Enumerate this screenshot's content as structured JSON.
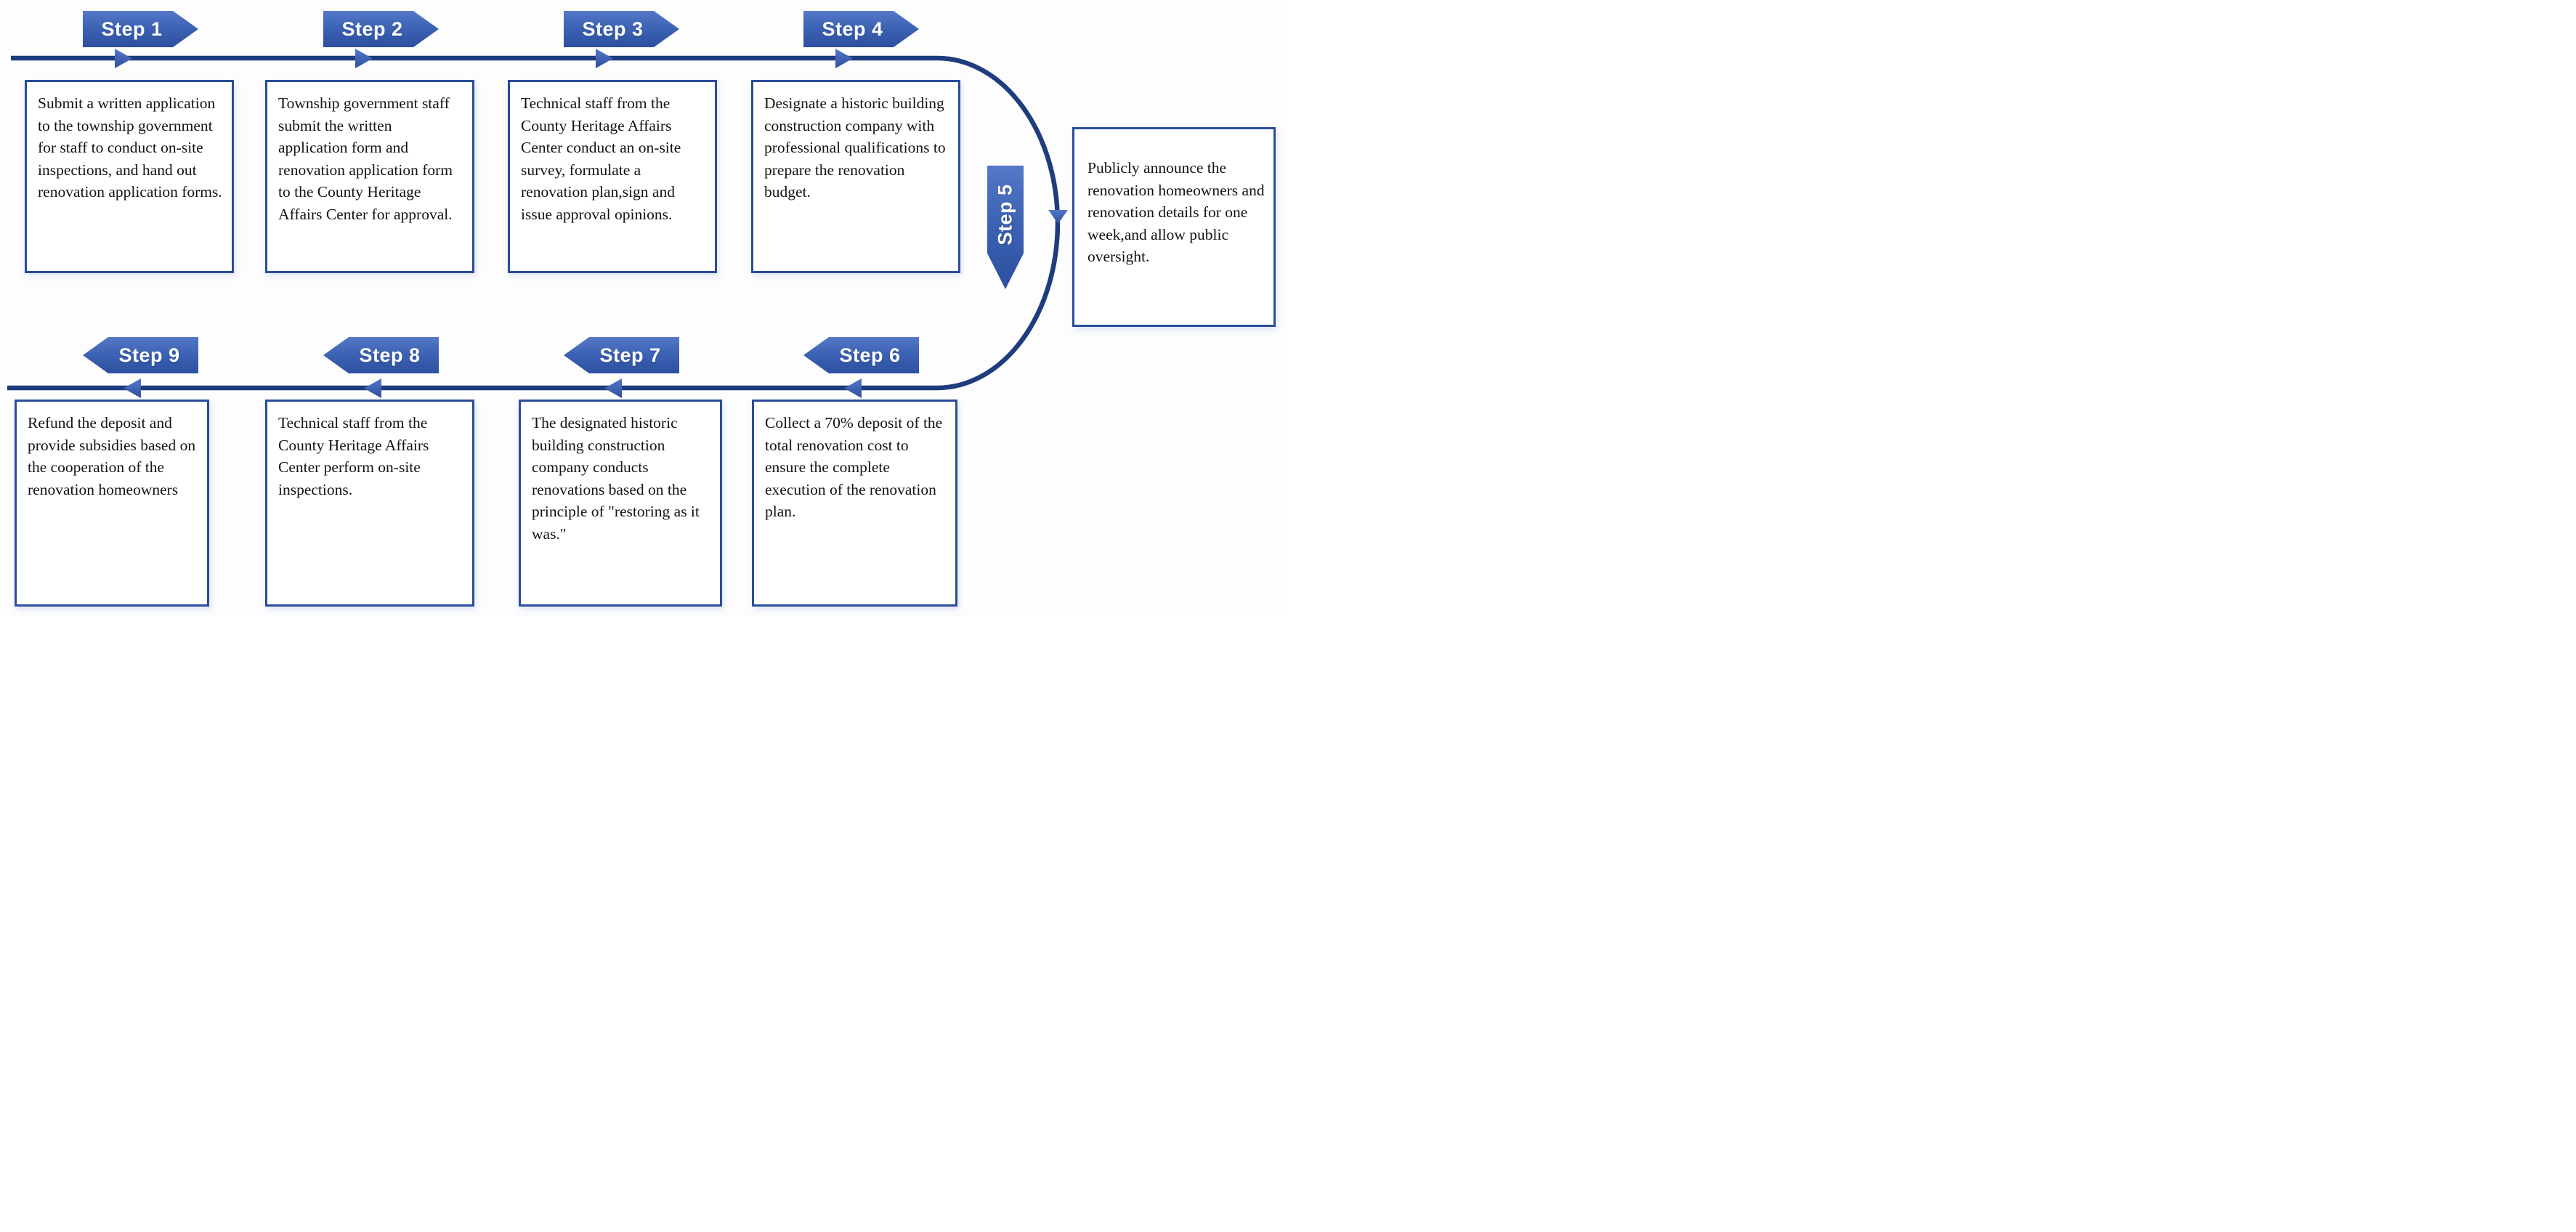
{
  "colors": {
    "badge_blue_top": "#5578c8",
    "badge_blue": "#3d63b4",
    "badge_blue_dark": "#2d4f9f",
    "line_navy": "#1f3d7d",
    "box_border_blue": "#2a4c9b"
  },
  "steps": [
    {
      "label": "Step 1",
      "description": "Submit a written application to the township government for staff to conduct on-site inspections, and hand out renovation application forms."
    },
    {
      "label": "Step 2",
      "description": "Township government staff submit the written application form and renovation application form to the County Heritage Affairs Center for approval."
    },
    {
      "label": "Step 3",
      "description": "Technical staff from the County Heritage Affairs Center conduct an on-site survey, formulate a renovation plan,sign and issue approval opinions."
    },
    {
      "label": "Step 4",
      "description": "Designate a historic building construction company with professional qualifications to prepare the renovation budget."
    },
    {
      "label": "Step 5",
      "description": "Publicly announce the renovation homeowners and renovation details for one week,and allow public oversight."
    },
    {
      "label": "Step 6",
      "description": "Collect a 70% deposit of the total renovation cost to ensure the complete execution of the renovation plan."
    },
    {
      "label": "Step 7",
      "description": "The designated historic building construction company conducts renovations based on the principle of \"restoring as it was.\""
    },
    {
      "label": "Step 8",
      "description": "Technical staff from the County Heritage Affairs Center perform on-site inspections."
    },
    {
      "label": "Step 9",
      "description": "Refund the deposit and provide subsidies based on the cooperation of the renovation homeowners"
    }
  ]
}
